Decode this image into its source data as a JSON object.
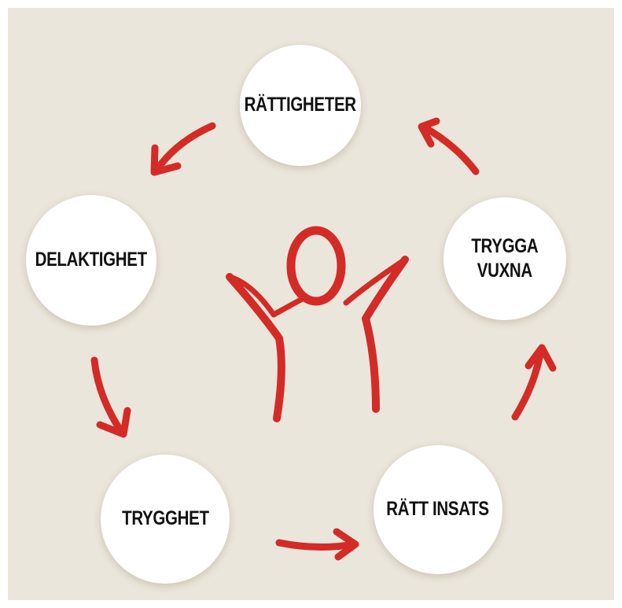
{
  "diagram": {
    "accent_color": "#d42b26",
    "background_color": "#ebe6db",
    "center_icon": "person-raised-arms-icon",
    "nodes": [
      {
        "id": "rattigheter",
        "label": "RÄTTIGHETER"
      },
      {
        "id": "trygga-vuxna",
        "label": "TRYGGA\nVUXNA"
      },
      {
        "id": "ratt-insats",
        "label": "RÄTT INSATS"
      },
      {
        "id": "trygghet",
        "label": "TRYGGHET"
      },
      {
        "id": "delaktighet",
        "label": "DELAKTIGHET"
      }
    ]
  }
}
